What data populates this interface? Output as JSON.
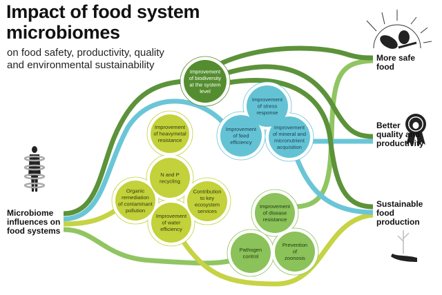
{
  "title": "Impact of food system microbiomes",
  "subtitle": "on food safety, productivity, quality and environmental sustainability",
  "source": "Microbiome influences on food systems",
  "outcomes": [
    "More safe food",
    "Better quality and productivity",
    "Sustainable food production"
  ],
  "colors": {
    "dark_green": "#548d2f",
    "cyan": "#63c3d5",
    "lime": "#c3d13a",
    "mid_green": "#8bc25a"
  },
  "clusters": {
    "biodiversity": [
      "Improvement|of biodiversity|at the system|level"
    ],
    "blue": [
      "Improvement|of stress|response",
      "Improvement|of feed|efficiency",
      "Improvement|of mineral and|micronutrient|acquisition"
    ],
    "lime": [
      "Improvement|of heavymetal|resistance",
      "N and P|recycling",
      "Organic|remediation|of contaminant|pollution",
      "Contribution|to key|ecosystem|services",
      "Improvement|of water|efficiency"
    ],
    "green": [
      "Improvement|of disease|resistance",
      "Pathogen|control",
      "Prevention|of|zoonosis"
    ]
  }
}
